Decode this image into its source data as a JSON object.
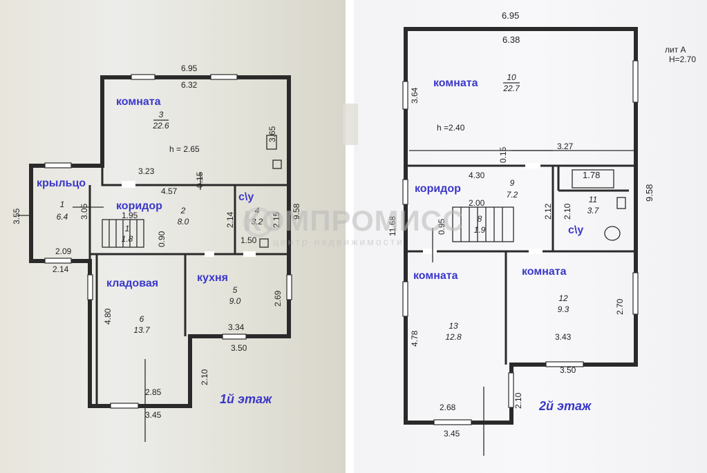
{
  "floor1": {
    "title": "1й этаж",
    "height_note": "h = 2.65",
    "rooms": [
      {
        "label": "комната",
        "num": "3",
        "area": "22.6"
      },
      {
        "label": "крыльцо",
        "num": "1",
        "area": "6.4"
      },
      {
        "label": "коридор",
        "num": "2",
        "area": "8.0"
      },
      {
        "label": "с\\у",
        "num": "4",
        "area": "3.2"
      },
      {
        "label": "кладовая",
        "num": "6",
        "area": "13.7"
      },
      {
        "label": "кухня",
        "num": "5",
        "area": "9.0"
      }
    ],
    "stair": {
      "num": "1",
      "area": "1.8"
    },
    "dims": [
      "6.95",
      "6.32",
      "3.65",
      "3.23",
      "0.15",
      "4.57",
      "3.55",
      "3.05",
      "1.95",
      "0.90",
      "2.14",
      "2.15",
      "1.50",
      "9.58",
      "2.09",
      "2.14",
      "4.80",
      "2.69",
      "3.34",
      "3.50",
      "2.85",
      "3.45",
      "2.10"
    ]
  },
  "floor2": {
    "title": "2й этаж",
    "lit_label": "лит А",
    "lit_height": "Н=2.70",
    "height_note": "h =2.40",
    "rooms": [
      {
        "label": "комната",
        "num": "10",
        "area": "22.7"
      },
      {
        "label": "коридор",
        "num": "9",
        "area": "7.2"
      },
      {
        "label": "",
        "num": "11",
        "area": "3.7"
      },
      {
        "label": "с\\у",
        "num": "",
        "area": ""
      },
      {
        "label": "комната",
        "num": "13",
        "area": "12.8"
      },
      {
        "label": "комната",
        "num": "12",
        "area": "9.3"
      }
    ],
    "stair": {
      "num": "8",
      "area": "1.9"
    },
    "dims": [
      "6.95",
      "6.38",
      "3.64",
      "0.15",
      "3.27",
      "4.30",
      "1.78",
      "9.58",
      "2.00",
      "2.12",
      "2.10",
      "11.68",
      "0.95",
      "4.78",
      "2.70",
      "3.43",
      "3.50",
      "2.68",
      "2.10",
      "3.45"
    ]
  },
  "watermark": {
    "logo": "КОМПРОМИСС",
    "subtitle": "центр недвижимости"
  },
  "colors": {
    "room_label": "#3a37c8",
    "wall": "#2a2a2a",
    "dim": "#222222"
  }
}
